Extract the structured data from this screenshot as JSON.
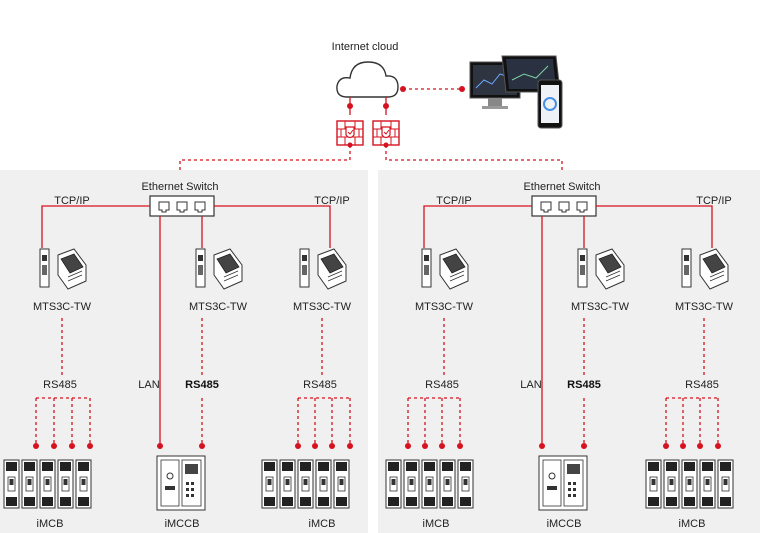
{
  "cloud": {
    "label": "Internet cloud"
  },
  "colors": {
    "accent": "#d5121f",
    "panel_bg": "#f0f0f0",
    "line_dark": "#333333"
  },
  "icons": [
    "cloud-icon",
    "firewall-icon",
    "monitor-icon",
    "tablet-icon",
    "phone-icon",
    "ethernet-switch-icon",
    "gateway-device-icon",
    "circuit-breaker-icon",
    "molded-case-breaker-icon"
  ],
  "left": {
    "switch_label": "Ethernet Switch",
    "tcp_left": "TCP/IP",
    "tcp_right": "TCP/IP",
    "gateways": [
      "MTS3C-TW",
      "MTS3C-TW",
      "MTS3C-TW"
    ],
    "bus_labels": [
      "RS485",
      "LAN",
      "RS485",
      "RS485"
    ],
    "devices": [
      "iMCB",
      "iMCCB",
      "iMCB"
    ]
  },
  "right": {
    "switch_label": "Ethernet Switch",
    "tcp_left": "TCP/IP",
    "tcp_right": "TCP/IP",
    "gateways": [
      "MTS3C-TW",
      "MTS3C-TW",
      "MTS3C-TW"
    ],
    "bus_labels": [
      "RS485",
      "LAN",
      "RS485",
      "RS485"
    ],
    "devices": [
      "iMCB",
      "iMCCB",
      "iMCB"
    ]
  }
}
